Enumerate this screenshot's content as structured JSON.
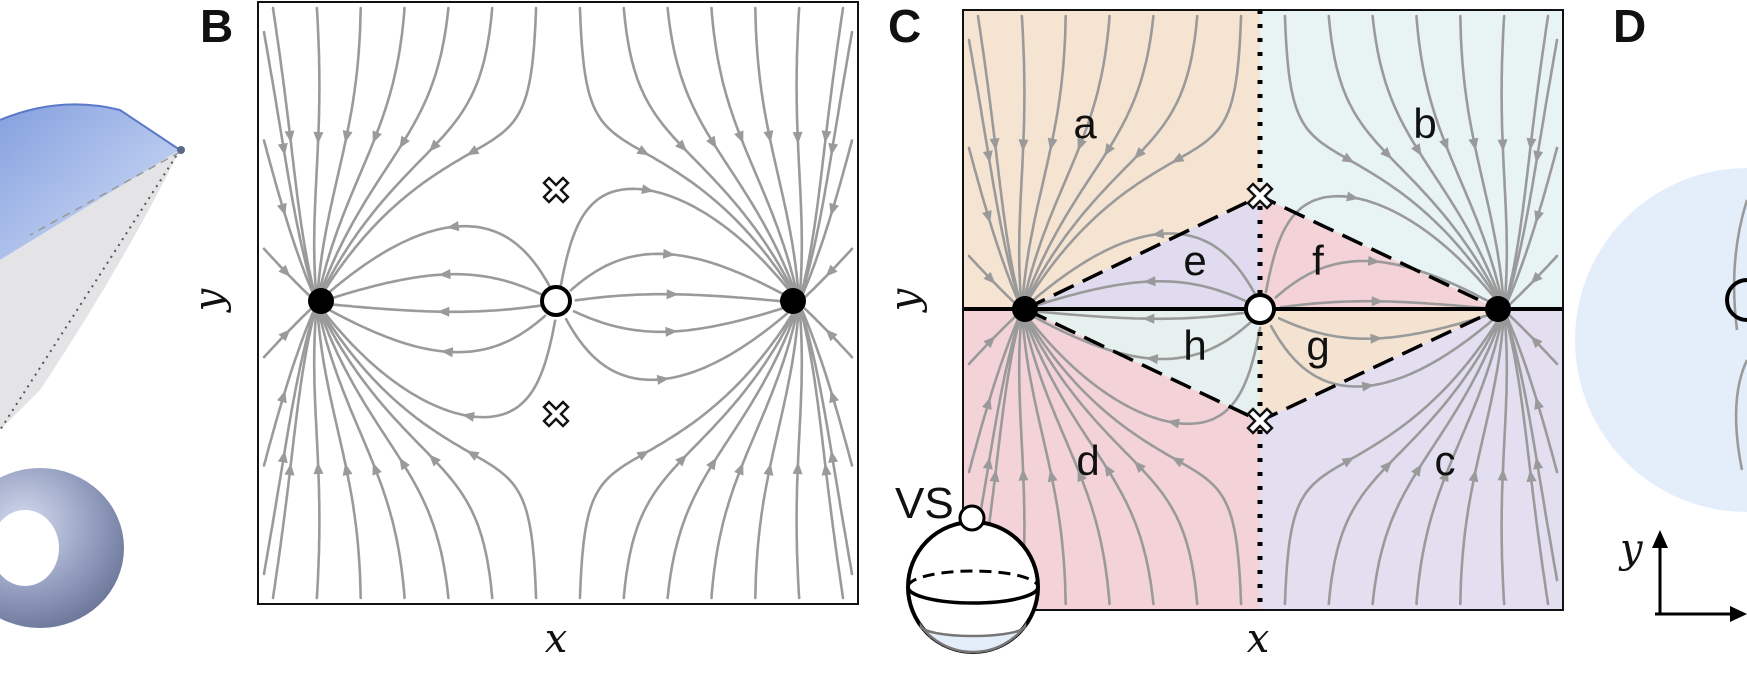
{
  "panels": {
    "B": {
      "label": "B",
      "xlabel": "x",
      "ylabel": "y"
    },
    "C": {
      "label": "C",
      "xlabel": "x",
      "ylabel": "y",
      "regions": [
        "a",
        "b",
        "c",
        "d",
        "e",
        "f",
        "g",
        "h"
      ],
      "inset_label": "VS"
    },
    "D": {
      "label": "D",
      "axis_y": "y"
    }
  },
  "colors": {
    "stream": "#9a9a9a",
    "region_a": "#f6e4d3",
    "region_b": "#e8f3f3",
    "region_c": "#e3def0",
    "region_d": "#f3d3d8",
    "region_e": "#e0dbee",
    "region_f": "#f3d3d8",
    "region_g": "#f3e3d0",
    "region_h": "#e6f0ef",
    "torus": "#8a95b8",
    "sheet_blue": "#9fb9ea",
    "sphere_d": "#e4eefa"
  },
  "icons": [
    "filled-node-icon",
    "open-node-icon",
    "cross-saddle-icon",
    "sphere-vs-icon",
    "torus-icon"
  ]
}
